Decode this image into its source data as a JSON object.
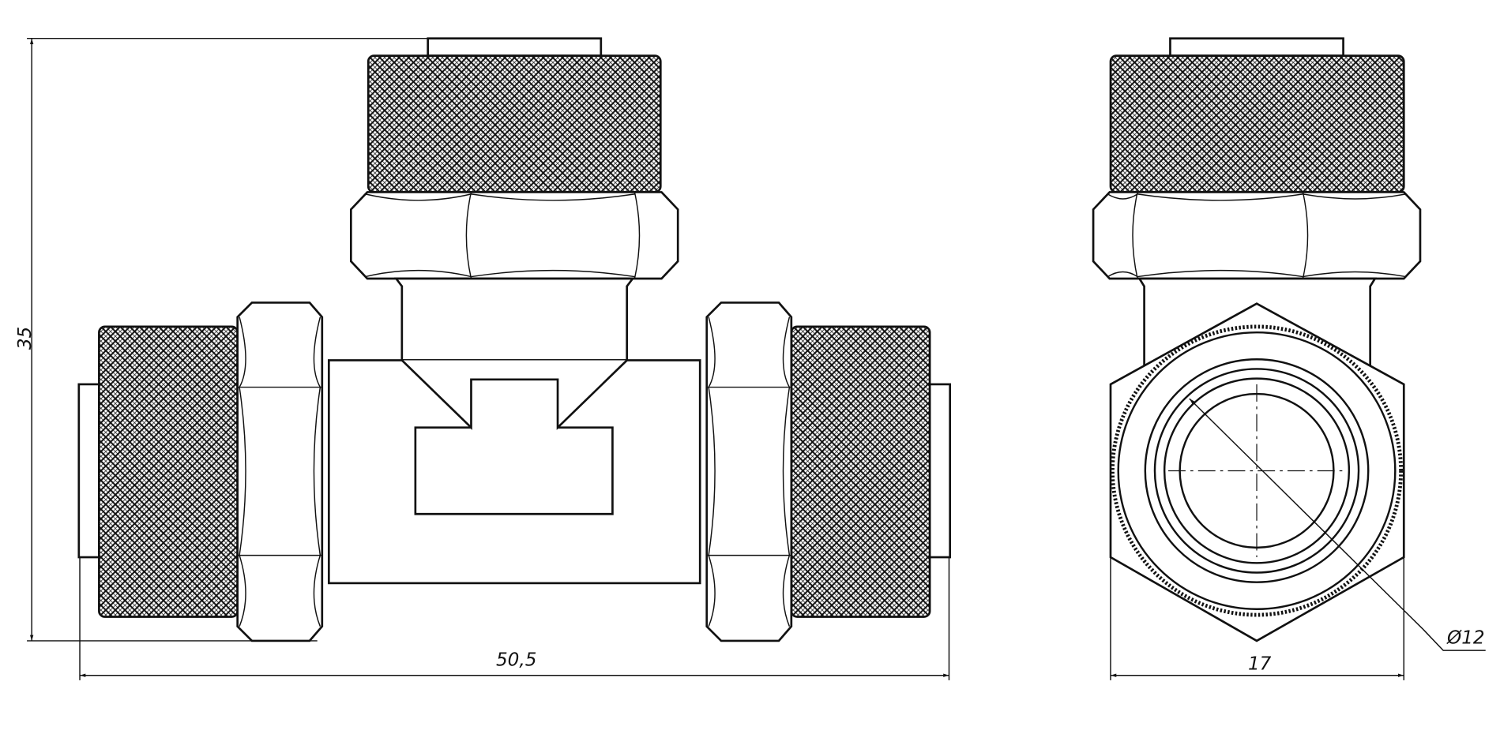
{
  "drawing": {
    "dimensions": {
      "height": "35",
      "length": "50,5",
      "width": "17",
      "diameter": "Ø12"
    },
    "line_color": "#111111",
    "background": "#ffffff"
  }
}
